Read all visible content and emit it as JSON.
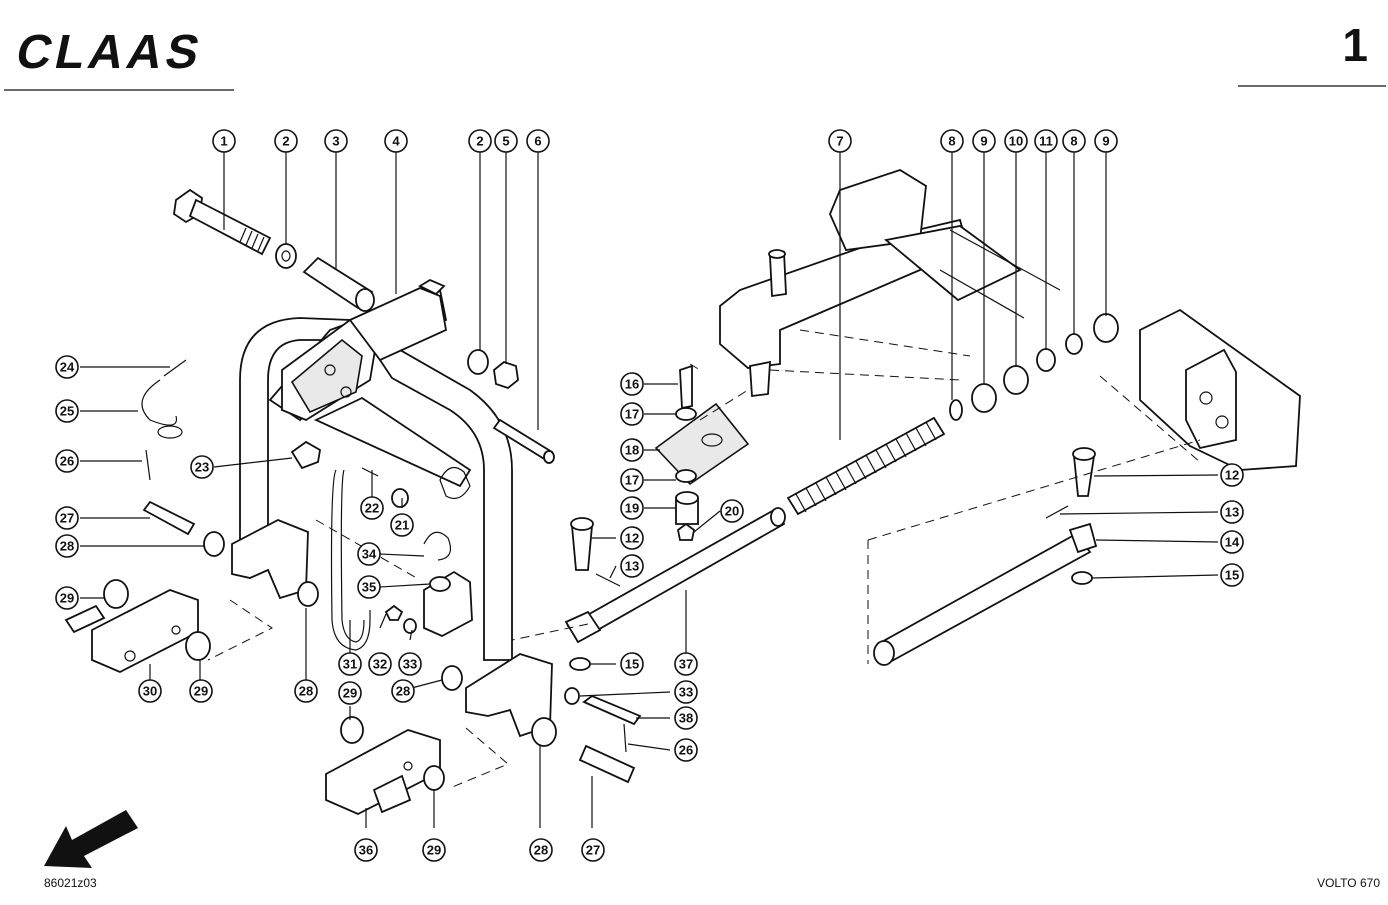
{
  "header": {
    "brand": "CLAAS",
    "sheet_number": "1"
  },
  "footer": {
    "drawing_code": "86021z03",
    "model": "VOLTO 670"
  },
  "callouts": [
    "1",
    "2",
    "3",
    "4",
    "2",
    "5",
    "6",
    "7",
    "8",
    "9",
    "10",
    "11",
    "8",
    "9",
    "24",
    "25",
    "26",
    "23",
    "27",
    "28",
    "29",
    "30",
    "29",
    "28",
    "22",
    "21",
    "34",
    "35",
    "31",
    "32",
    "33",
    "28",
    "29",
    "36",
    "29",
    "16",
    "17",
    "18",
    "17",
    "19",
    "20",
    "12",
    "13",
    "15",
    "37",
    "33",
    "38",
    "26",
    "28",
    "27",
    "12",
    "13",
    "14",
    "15"
  ]
}
